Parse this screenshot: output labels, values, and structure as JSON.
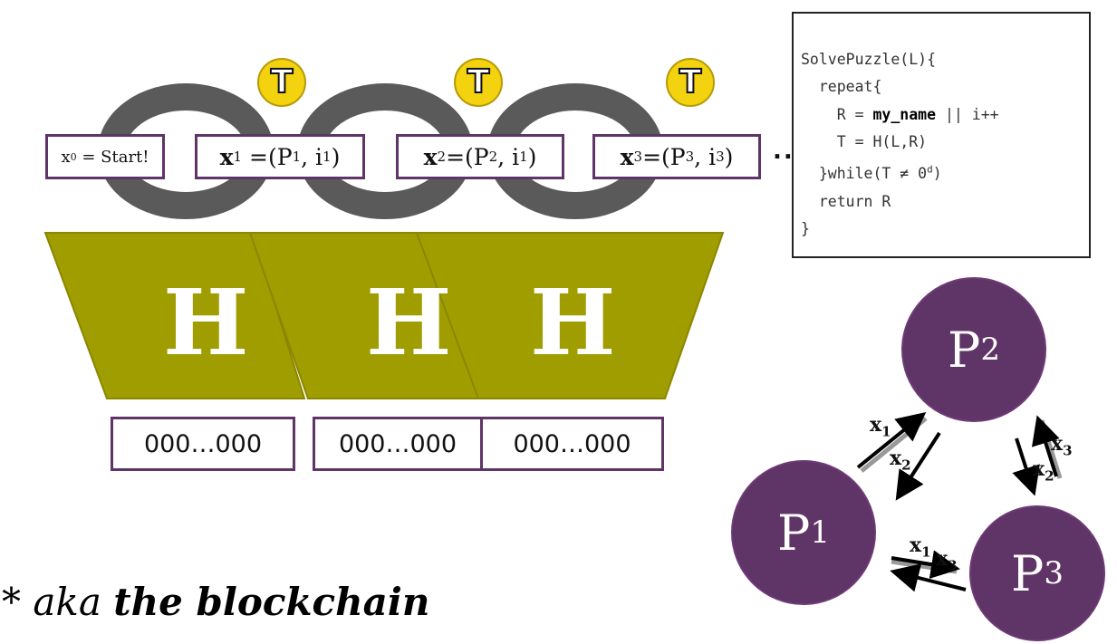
{
  "chain_blocks": [
    {
      "x": "x",
      "x_sub": "0",
      "rest": " = Start!"
    },
    {
      "x": "x",
      "x_sub": "1",
      "player": "P",
      "player_sub": "1",
      "nonce": "i",
      "nonce_sub": "1"
    },
    {
      "x": "x",
      "x_sub": "2",
      "player": "P",
      "player_sub": "2",
      "nonce": "i",
      "nonce_sub": "1"
    },
    {
      "x": "x",
      "x_sub": "3",
      "player": "P",
      "player_sub": "3",
      "nonce": "i",
      "nonce_sub": "3"
    }
  ],
  "ellipsis": "..",
  "token_label": "T",
  "hash_label": "H",
  "hash_outputs": [
    "000…000",
    "000…000",
    "000…000"
  ],
  "code": {
    "line1": "SolvePuzzle(L){",
    "line2": "  repeat{",
    "line3_pre": "    R = ",
    "line3_bold": "my_name",
    "line3_post": " || i++",
    "line4": "    T = H(L,R)",
    "line5_pre": "  }while(T ≠ 0",
    "line5_sup": "d",
    "line5_post": ")",
    "line6": "  return R",
    "line7": "}"
  },
  "nodes": [
    {
      "label": "P",
      "sub": "2"
    },
    {
      "label": "P",
      "sub": "1"
    },
    {
      "label": "P",
      "sub": "3"
    }
  ],
  "edge_labels": [
    {
      "name": "x",
      "sub": "1"
    },
    {
      "name": "x",
      "sub": "2"
    },
    {
      "name": "x",
      "sub": "3"
    },
    {
      "name": "x",
      "sub": "2"
    },
    {
      "name": "x",
      "sub": "1"
    },
    {
      "name": "x",
      "sub": "3"
    }
  ],
  "footnote": {
    "asterisk": "* ",
    "aka": "aka ",
    "term": "the blockchain"
  },
  "colors": {
    "purple": "#5f3466",
    "olive": "#a09d00",
    "chain_gray": "#5a5a5a",
    "token_yellow": "#f3d20f"
  }
}
